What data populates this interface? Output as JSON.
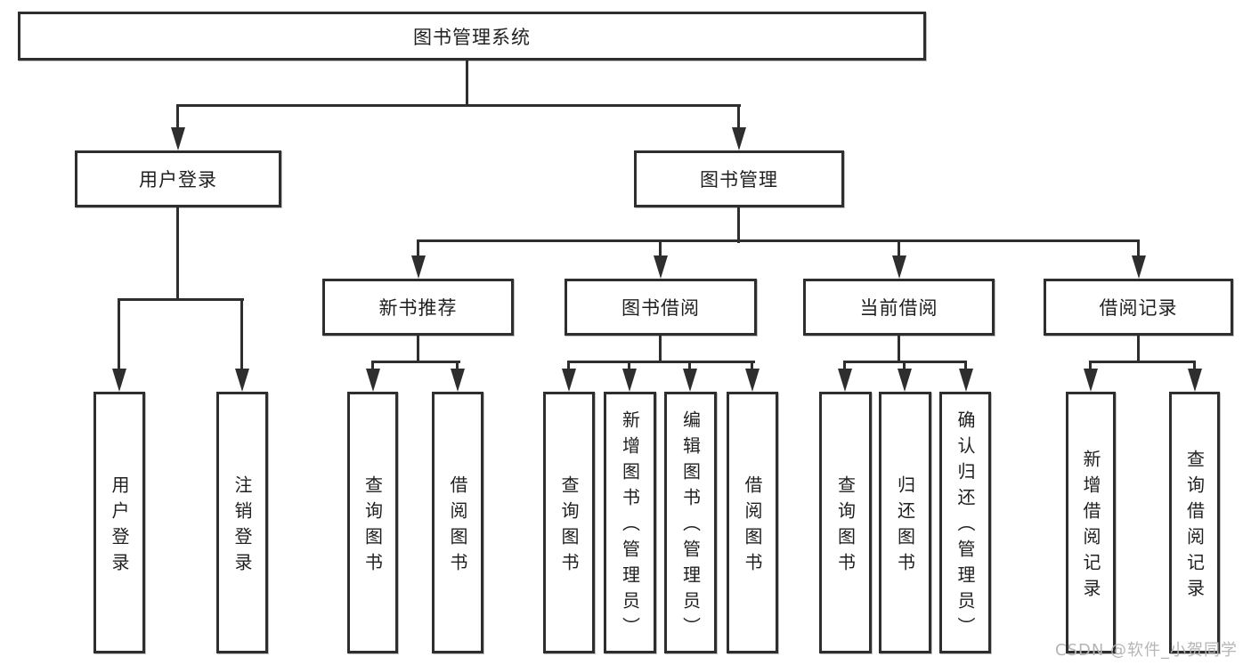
{
  "diagram": {
    "type": "hierarchy-tree",
    "colors": {
      "line": "#2e2e2e",
      "text": "#1f1f1f",
      "background": "#ffffff",
      "watermark": "#b5b5b5"
    },
    "tree": {
      "label": "图书管理系统",
      "children": [
        {
          "label": "用户登录",
          "children": [
            {
              "label": "用户登录"
            },
            {
              "label": "注销登录"
            }
          ]
        },
        {
          "label": "图书管理",
          "children": [
            {
              "label": "新书推荐",
              "children": [
                {
                  "label": "查询图书"
                },
                {
                  "label": "借阅图书"
                }
              ]
            },
            {
              "label": "图书借阅",
              "children": [
                {
                  "label": "查询图书"
                },
                {
                  "label": "新增图书（管理员）"
                },
                {
                  "label": "编辑图书（管理员）"
                },
                {
                  "label": "借阅图书"
                }
              ]
            },
            {
              "label": "当前借阅",
              "children": [
                {
                  "label": "查询图书"
                },
                {
                  "label": "归还图书"
                },
                {
                  "label": "确认归还（管理员）"
                }
              ]
            },
            {
              "label": "借阅记录",
              "children": [
                {
                  "label": "新增借阅记录"
                },
                {
                  "label": "查询借阅记录"
                }
              ]
            }
          ]
        }
      ]
    },
    "watermark": "CSDN @软件_小贺同学"
  }
}
